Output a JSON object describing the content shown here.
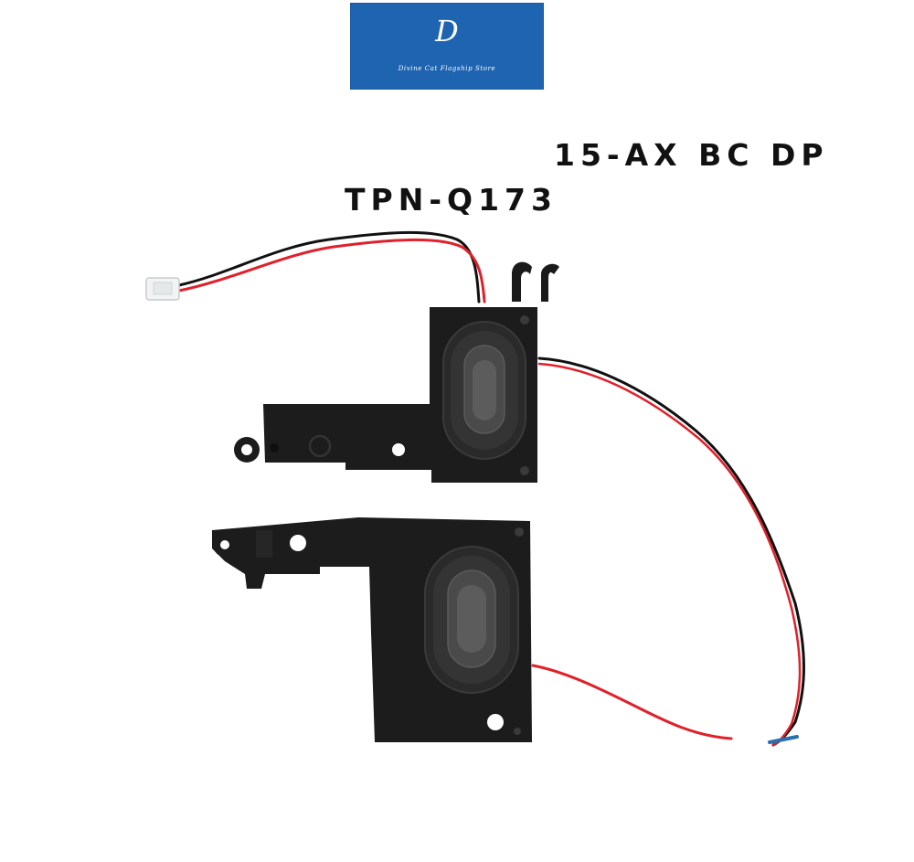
{
  "logo": {
    "mark": "D",
    "tagline": "Divine Cat Flagship Store",
    "background_color": "#1f64b0"
  },
  "product_labels": {
    "series": "15-AX BC DP",
    "model": "TPN-Q173"
  },
  "photo": {
    "subject": "laptop-speaker-pair",
    "colors": {
      "housing": "#1a1a1a",
      "wire_red": "#e0202a",
      "wire_black": "#111111",
      "connector": "#f2f4f4"
    }
  }
}
